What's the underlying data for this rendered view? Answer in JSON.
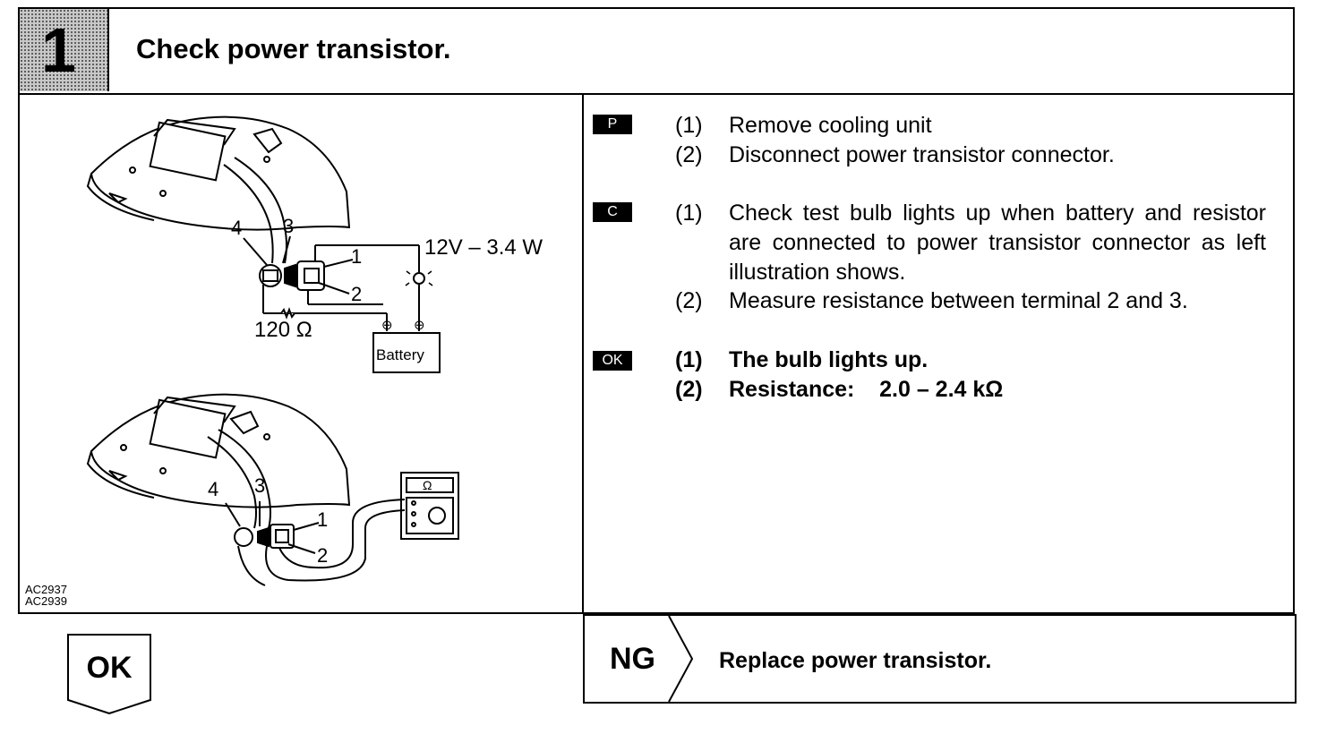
{
  "header": {
    "step_number": "1",
    "title": "Check power transistor."
  },
  "figure": {
    "labels": {
      "t4a": "4",
      "t3a": "3",
      "t1a": "1",
      "t2a": "2",
      "bulb": "12V – 3.4 W",
      "resistor": "120 Ω",
      "battery": "Battery",
      "plus": "⊕",
      "minus": "⊖",
      "t4b": "4",
      "t3b": "3",
      "t1b": "1",
      "t2b": "2",
      "ohm": "Ω"
    },
    "codes": [
      "AC2937",
      "AC2939"
    ]
  },
  "procedure": {
    "p": {
      "badge": "P",
      "steps": [
        {
          "num": "(1)",
          "text": "Remove cooling unit"
        },
        {
          "num": "(2)",
          "text": "Disconnect power transistor connector."
        }
      ]
    },
    "c": {
      "badge": "C",
      "steps": [
        {
          "num": "(1)",
          "text": "Check test bulb lights up when battery and resistor are connected to power transistor connector as left illustration shows."
        },
        {
          "num": "(2)",
          "text": "Measure resistance between terminal 2 and 3."
        }
      ]
    },
    "ok": {
      "badge": "OK",
      "steps": [
        {
          "num": "(1)",
          "text": "The bulb lights up."
        },
        {
          "num": "(2)",
          "text": "Resistance:    2.0 – 2.4 kΩ"
        }
      ]
    }
  },
  "results": {
    "ok_label": "OK",
    "ng_label": "NG",
    "ng_action": "Replace power transistor."
  }
}
